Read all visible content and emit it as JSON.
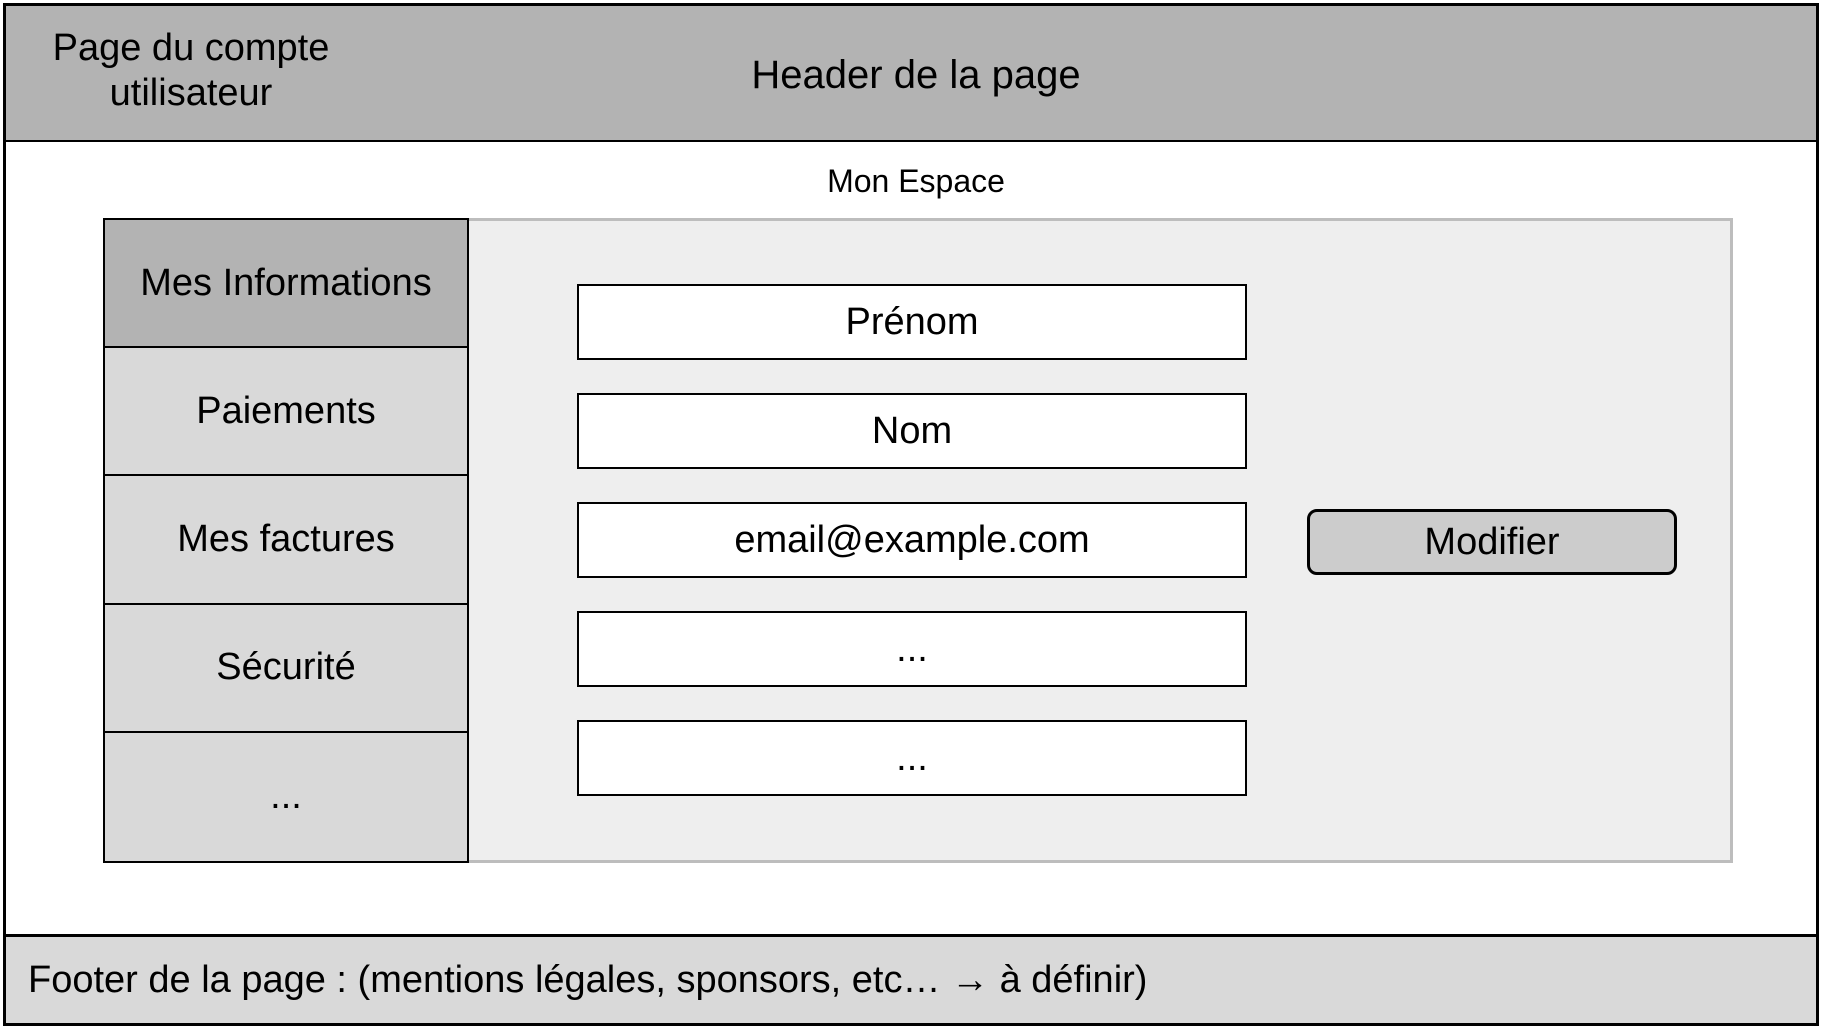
{
  "header": {
    "account_label_line1": "Page du compte",
    "account_label_line2": "utilisateur",
    "title": "Header de la page"
  },
  "main": {
    "section_title": "Mon Espace"
  },
  "sidebar": {
    "items": [
      {
        "label": "Mes Informations",
        "active": true
      },
      {
        "label": "Paiements",
        "active": false
      },
      {
        "label": "Mes factures",
        "active": false
      },
      {
        "label": "Sécurité",
        "active": false
      },
      {
        "label": "...",
        "active": false
      }
    ]
  },
  "form": {
    "fields": [
      {
        "value": "Prénom"
      },
      {
        "value": "Nom"
      },
      {
        "value": "email@example.com"
      },
      {
        "value": "..."
      },
      {
        "value": "..."
      }
    ],
    "modify_label": "Modifier"
  },
  "footer": {
    "text": "Footer de la page : (mentions légales, sponsors, etc… → à définir)"
  },
  "colors": {
    "header_bg": "#b3b3b3",
    "sidebar_bg": "#d9d9d9",
    "sidebar_active_bg": "#b3b3b3",
    "panel_bg": "#eeeeee",
    "button_bg": "#cccccc",
    "footer_bg": "#d9d9d9"
  }
}
